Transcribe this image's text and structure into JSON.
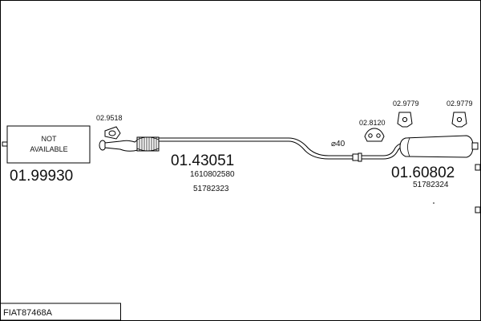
{
  "diagram": {
    "reference_code": "FIAT87468A",
    "parts": [
      {
        "id": "front-section",
        "status_lines": [
          "NOT",
          "AVAILABLE"
        ],
        "part_number": "01.99930"
      },
      {
        "id": "middle-pipe",
        "part_number": "01.43051",
        "oem_numbers": [
          "1610802580",
          "51782323"
        ]
      },
      {
        "id": "rear-silencer",
        "part_number": "01.60802",
        "oem_numbers": [
          "51782324"
        ]
      }
    ],
    "accessories": [
      {
        "id": "gasket",
        "part_number": "02.9518"
      },
      {
        "id": "hanger-center",
        "part_number": "02.8120"
      },
      {
        "id": "hanger-rear-left",
        "part_number": "02.9779"
      },
      {
        "id": "hanger-rear-right",
        "part_number": "02.9779"
      }
    ],
    "pipe_diameter_label": "⌀40"
  }
}
